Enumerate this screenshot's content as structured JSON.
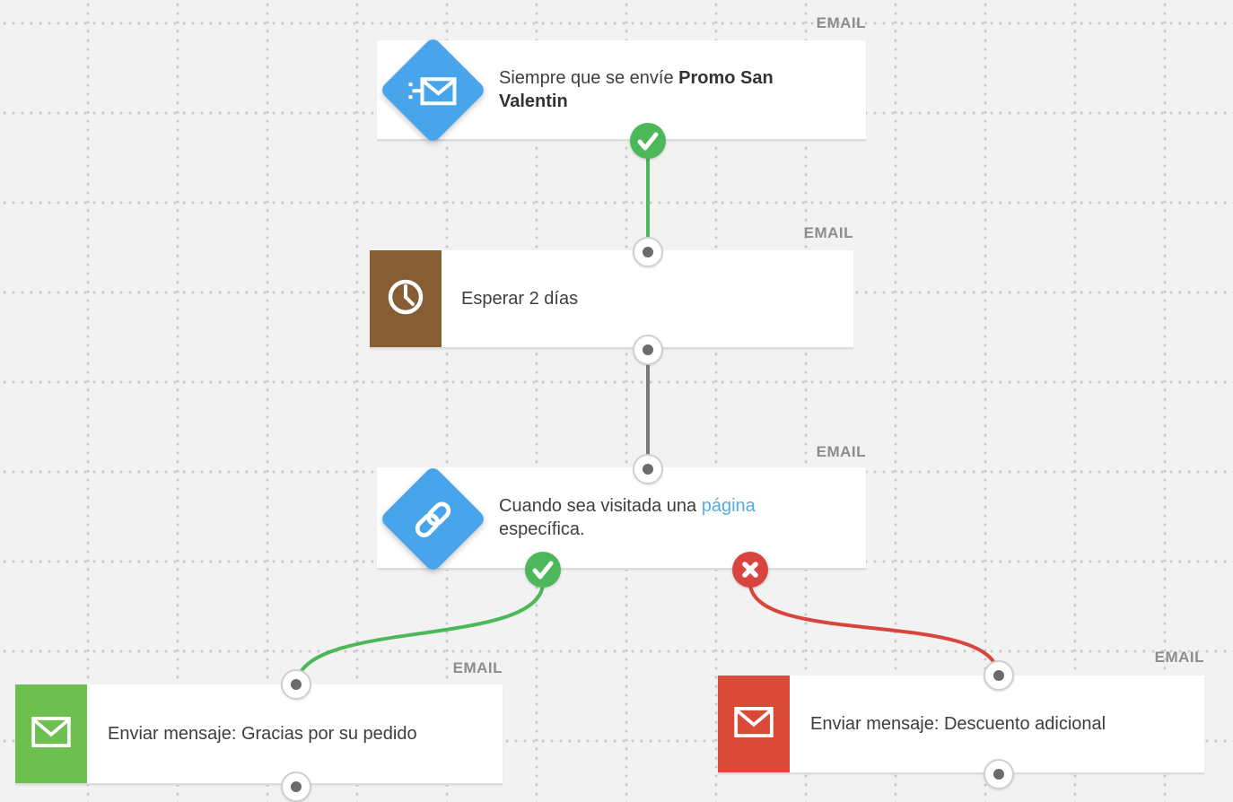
{
  "app": "marketing-automation-workflow-canvas",
  "colors": {
    "background": "#f2f2f2",
    "grid_dot": "#c9c9c9",
    "card_background": "#ffffff",
    "card_border": "#dcdcdc",
    "type_label": "#8d8d8d",
    "text": "#3e3e3e",
    "link": "#55ace4",
    "diamond_blue": "#49a5eb",
    "wait_brown": "#875e33",
    "send_green": "#6dc04f",
    "send_red": "#da4a38",
    "success_green": "#4cb85a",
    "failure_red": "#d8453e",
    "neutral_line": "#787878",
    "connector_dot": "#6b6b6b"
  },
  "nodes": {
    "trigger": {
      "type_label": "EMAIL",
      "icon": "send-email-icon",
      "text_normal": "Siempre que se envíe ",
      "text_bold": "Promo San Valentin"
    },
    "wait": {
      "type_label": "EMAIL",
      "icon": "clock-icon",
      "text": "Esperar 2 días"
    },
    "condition": {
      "type_label": "EMAIL",
      "icon": "link-icon",
      "text_before": "Cuando sea visitada una ",
      "link_text": "página",
      "text_after": " específica."
    },
    "send_left": {
      "type_label": "EMAIL",
      "icon": "envelope-icon",
      "text": "Enviar mensaje: Gracias por su pedido"
    },
    "send_right": {
      "type_label": "EMAIL",
      "icon": "envelope-icon",
      "text": "Enviar mensaje: Descuento adicional"
    }
  }
}
